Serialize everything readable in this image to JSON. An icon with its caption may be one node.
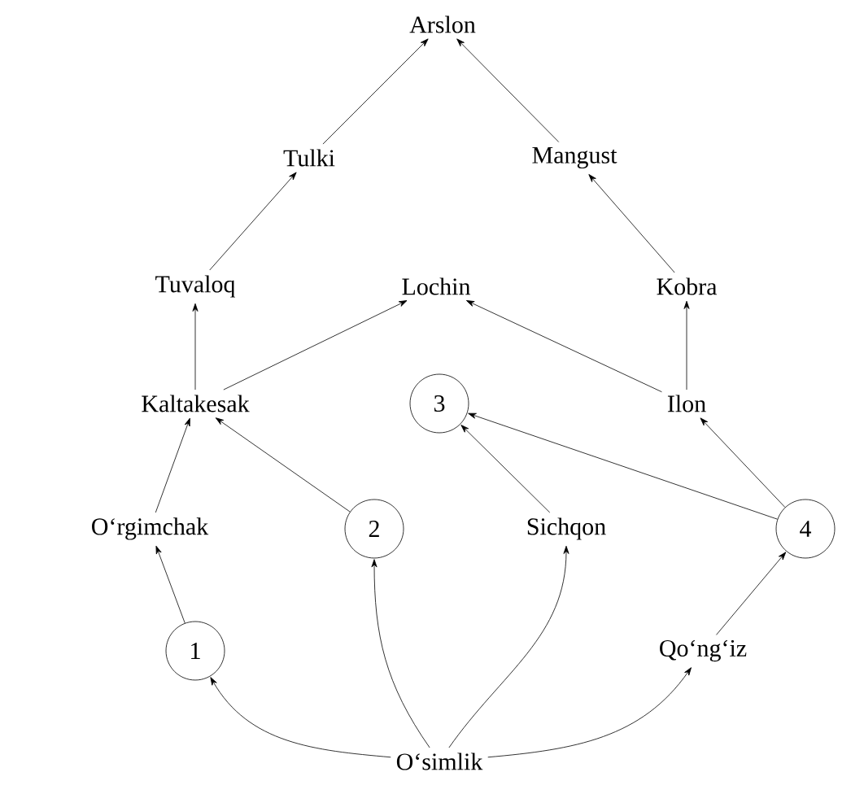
{
  "diagram": {
    "nodes": [
      {
        "text": [
          "Arslon"
        ]
      },
      {
        "text": [
          "Tulki"
        ]
      },
      {
        "text": [
          "Mangust"
        ]
      },
      {
        "text": [
          "Tuvaloq"
        ]
      },
      {
        "text": [
          "Lochin"
        ]
      },
      {
        "text": [
          "Kobra"
        ]
      },
      {
        "text": [
          "Kaltakesak"
        ]
      },
      {
        "text": [
          "3"
        ]
      },
      {
        "text": [
          "Ilon"
        ]
      },
      {
        "text": [
          "O‘rgimchak"
        ]
      },
      {
        "text": [
          "2"
        ]
      },
      {
        "text": [
          "Sichqon"
        ]
      },
      {
        "text": [
          "4"
        ]
      },
      {
        "text": [
          "1"
        ]
      },
      {
        "text": [
          "Qo‘ng‘iz"
        ]
      },
      {
        "text": [
          "O‘simlik"
        ]
      }
    ],
    "edges": [
      {
        "from": 1,
        "to": 0,
        "arrow": "to"
      },
      {
        "from": 2,
        "to": 0,
        "arrow": "to"
      },
      {
        "from": 3,
        "to": 1,
        "arrow": "to"
      },
      {
        "from": 5,
        "to": 2,
        "arrow": "to"
      },
      {
        "from": 6,
        "to": 3,
        "arrow": "to"
      },
      {
        "from": 6,
        "to": 4,
        "arrow": "to"
      },
      {
        "from": 8,
        "to": 4,
        "arrow": "to"
      },
      {
        "from": 8,
        "to": 5,
        "arrow": "to"
      },
      {
        "from": 9,
        "to": 6,
        "arrow": "to"
      },
      {
        "from": 10,
        "to": 6,
        "arrow": "to"
      },
      {
        "from": 11,
        "to": 7,
        "arrow": "to"
      },
      {
        "from": 12,
        "to": 7,
        "arrow": "to"
      },
      {
        "from": 12,
        "to": 8,
        "arrow": "to"
      },
      {
        "from": 13,
        "to": 9,
        "arrow": "to"
      },
      {
        "from": 14,
        "to": 12,
        "arrow": "to"
      },
      {
        "from": 15,
        "to": 13,
        "arrow": "to"
      },
      {
        "from": 15,
        "to": 10,
        "arrow": "to"
      },
      {
        "from": 15,
        "to": 11,
        "arrow": "to"
      },
      {
        "from": 15,
        "to": 14,
        "arrow": "to"
      }
    ]
  }
}
